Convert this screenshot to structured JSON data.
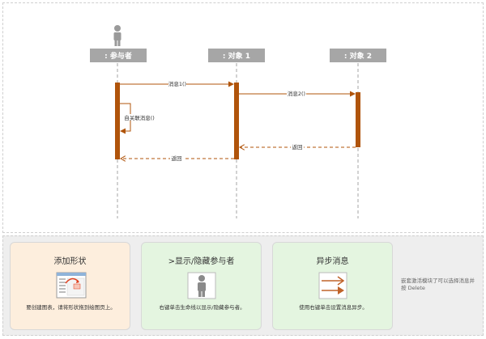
{
  "diagram": {
    "lifelines": [
      {
        "label": ": 参与者",
        "kind": "actor"
      },
      {
        "label": ": 对象 1",
        "kind": "object"
      },
      {
        "label": ": 对象 2",
        "kind": "object"
      }
    ],
    "messages": [
      {
        "label": "消息1()",
        "kind": "sync"
      },
      {
        "label": "消息2()",
        "kind": "sync"
      },
      {
        "label": "自关联消息()",
        "kind": "self"
      },
      {
        "label": "返回",
        "kind": "return"
      },
      {
        "label": "返回",
        "kind": "return"
      }
    ]
  },
  "help": {
    "cards": [
      {
        "title": "添加形状",
        "desc": "要创建图表，请将形状拖到绘图页上。",
        "icon": "drag-shape-icon",
        "color": "#fdeedd"
      },
      {
        "title": ">显示/隐藏参与者",
        "desc": "右键单击生命线以显示/隐藏参与者。",
        "icon": "actor-icon",
        "color": "#e4f5e0"
      },
      {
        "title": "异步消息",
        "desc": "使用右键单击设置消息异步。",
        "icon": "async-arrow-icon",
        "color": "#e4f5e0"
      }
    ],
    "side_hint": "嵌套激活模块了可以选择消息并按 Delete"
  },
  "colors": {
    "header_fill": "#a6a6a6",
    "header_text": "#ffffff",
    "activation": "#b0540b",
    "message": "#b0540b",
    "lifeline": "#a6a6a6"
  }
}
